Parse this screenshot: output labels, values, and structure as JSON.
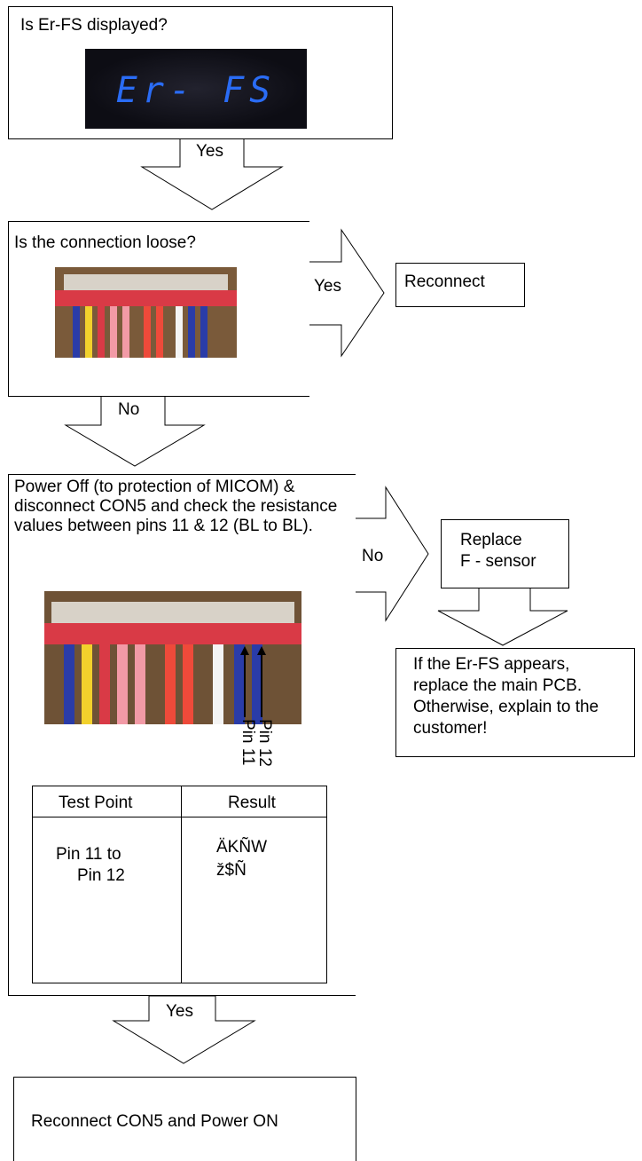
{
  "step1": {
    "question": "Is Er-FS displayed?",
    "display_text": "Er- FS"
  },
  "arrow1": {
    "label": "Yes"
  },
  "step2": {
    "question": "Is the connection loose?"
  },
  "arrow2_right": {
    "label": "Yes"
  },
  "reconnect": {
    "label": "Reconnect"
  },
  "arrow2_down": {
    "label": "No"
  },
  "step3": {
    "instruction": "Power Off (to protection of MICOM) & disconnect CON5 and check the resistance values between pins 11 & 12 (BL to BL).",
    "pin_labels": [
      "Pin 11",
      "Pin 12"
    ]
  },
  "arrow3_right": {
    "label": "No"
  },
  "replace": {
    "line1": "Replace",
    "line2": "F - sensor"
  },
  "note": {
    "text": "If the Er-FS appears, replace the main PCB. Otherwise, explain to the customer!"
  },
  "table": {
    "headers": [
      "Test Point",
      "Result"
    ],
    "test_point_line1": "Pin 11 to",
    "test_point_line2": "Pin 12",
    "result_line1": "ÄKÑW",
    "result_line2": "ž$Ñ"
  },
  "arrow3_down": {
    "label": "Yes"
  },
  "final": {
    "label": "Reconnect CON5 and Power ON"
  },
  "colors": {
    "display_bg": "#14141c",
    "display_digits": "#2a6cf5",
    "connector_red": "#d93a46"
  }
}
